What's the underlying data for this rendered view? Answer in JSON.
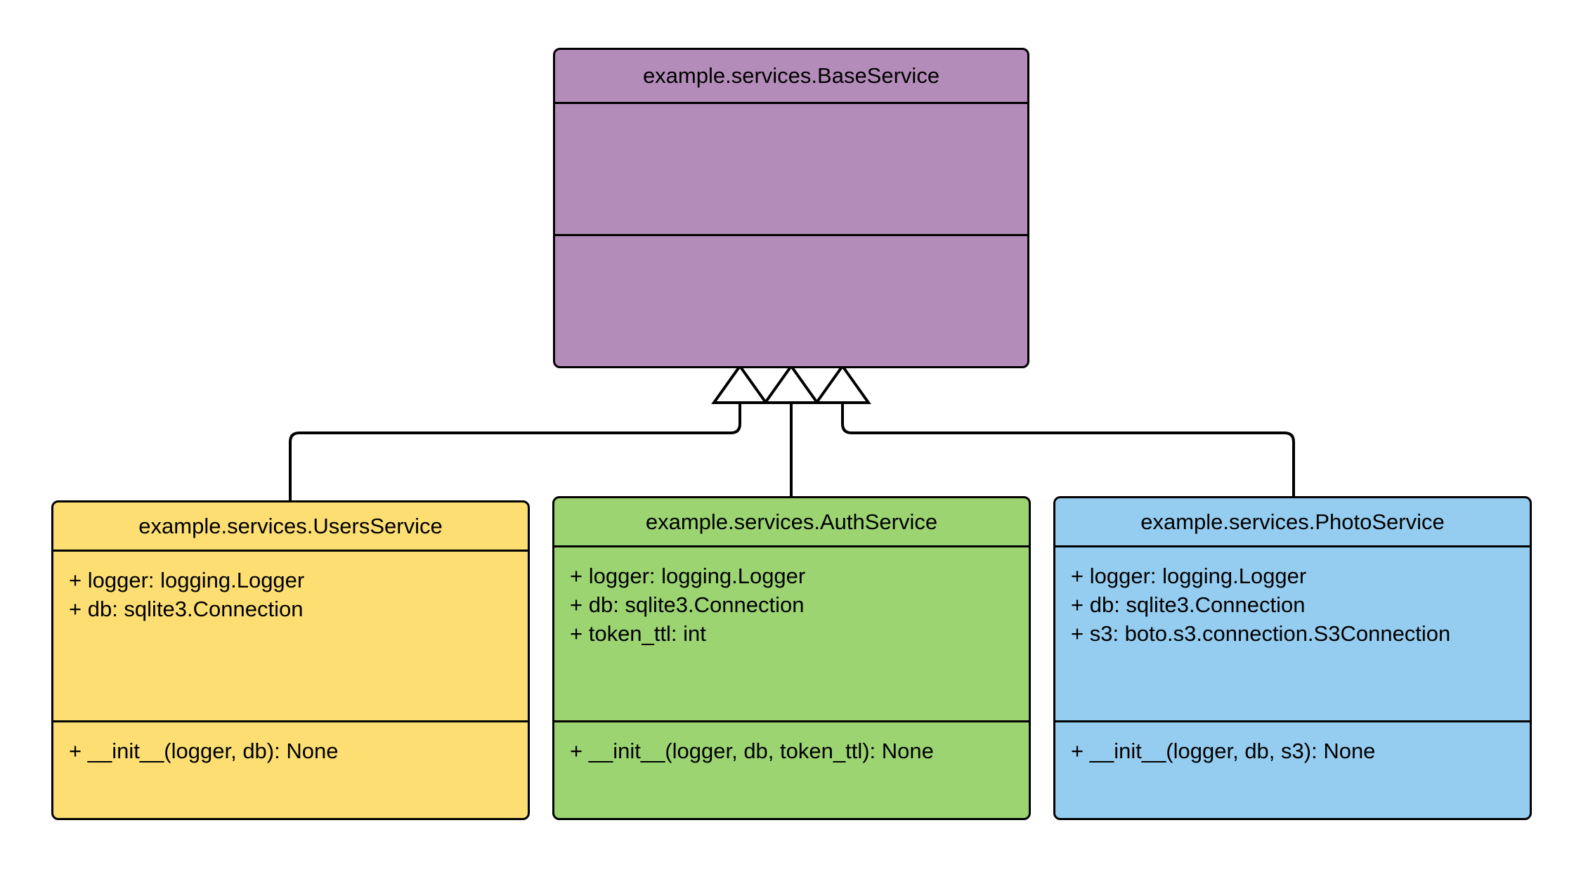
{
  "diagram": {
    "kind": "uml-class-diagram",
    "background_color": "#ffffff",
    "line_color": "#000000",
    "relationship": "generalization",
    "classes": [
      {
        "id": "base-service",
        "name": "example.services.BaseService",
        "fill_color": "#b48cb9",
        "attributes": [],
        "methods": []
      },
      {
        "id": "users-service",
        "name": "example.services.UsersService",
        "fill_color": "#fcde72",
        "attributes": [
          "+ logger: logging.Logger",
          "+ db: sqlite3.Connection"
        ],
        "methods": [
          "+ __init__(logger, db): None"
        ]
      },
      {
        "id": "auth-service",
        "name": "example.services.AuthService",
        "fill_color": "#9cd472",
        "attributes": [
          "+ logger: logging.Logger",
          "+ db: sqlite3.Connection",
          "+ token_ttl: int"
        ],
        "methods": [
          "+ __init__(logger, db, token_ttl): None"
        ]
      },
      {
        "id": "photo-service",
        "name": "example.services.PhotoService",
        "fill_color": "#95cdf0",
        "attributes": [
          "+ logger: logging.Logger",
          "+ db: sqlite3.Connection",
          "+ s3: boto.s3.connection.S3Connection"
        ],
        "methods": [
          "+ __init__(logger, db, s3): None"
        ]
      }
    ],
    "edges": [
      {
        "from": "users-service",
        "to": "base-service",
        "arrow": "hollow-triangle"
      },
      {
        "from": "auth-service",
        "to": "base-service",
        "arrow": "hollow-triangle"
      },
      {
        "from": "photo-service",
        "to": "base-service",
        "arrow": "hollow-triangle"
      }
    ]
  }
}
